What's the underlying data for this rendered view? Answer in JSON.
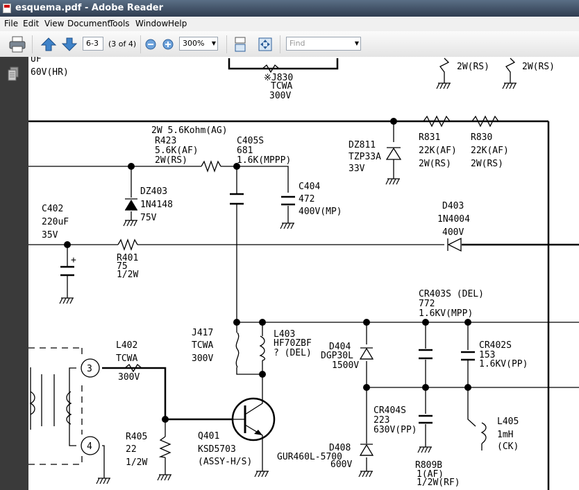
{
  "window": {
    "title": "esquema.pdf - Adobe Reader"
  },
  "menubar": [
    "File",
    "Edit",
    "View",
    "Document",
    "Tools",
    "Window",
    "Help"
  ],
  "toolbar": {
    "page_input": "6-3",
    "page_count": "(3 of 4)",
    "zoom": "300%",
    "find_placeholder": "Find"
  },
  "icons": [
    "print-icon",
    "previous-page-icon",
    "next-page-icon",
    "zoom-out-icon",
    "zoom-in-icon",
    "scrolling-mode-icon",
    "fit-page-icon",
    "pages-panel-icon"
  ],
  "schematic": {
    "top_left": [
      "UF",
      "60V(HR)"
    ],
    "j830": [
      "※J830",
      "TCWA",
      "300V"
    ],
    "top_right": [
      "2W(RS)",
      "2W(RS)"
    ],
    "r423": [
      "2W 5.6Kohm(AG)",
      "R423",
      "5.6K(AF)",
      "2W(RS)"
    ],
    "c405s": [
      "C405S",
      "681",
      "1.6K(MPPP)"
    ],
    "dz811": [
      "DZ811",
      "TZP33A",
      "33V"
    ],
    "r831": [
      "R831",
      "22K(AF)",
      "2W(RS)"
    ],
    "r830": [
      "R830",
      "22K(AF)",
      "2W(RS)"
    ],
    "dz403": [
      "DZ403",
      "1N4148",
      "75V"
    ],
    "c404": [
      "C404",
      "472",
      "400V(MP)"
    ],
    "c402": [
      "C402",
      "220uF",
      "35V"
    ],
    "plus": "+",
    "r401": [
      "R401",
      "75",
      "1/2W"
    ],
    "d403": [
      "D403",
      "1N4004",
      "400V"
    ],
    "cr403s": [
      "CR403S (DEL)",
      "772",
      "1.6KV(MPP)"
    ],
    "j417": [
      "J417",
      "TCWA",
      "300V"
    ],
    "l403": [
      "L403",
      "HF70ZBF",
      "? (DEL)"
    ],
    "d404": [
      "D404",
      "DGP30L",
      "1500V"
    ],
    "cr402s": [
      "CR402S",
      "153",
      "1.6KV(PP)"
    ],
    "l402": [
      "L402",
      "TCWA",
      "300V"
    ],
    "pin3": "3",
    "pin4": "4",
    "cr404s": [
      "CR404S",
      "223",
      "630V(PP)"
    ],
    "l405": [
      "L405",
      "1mH",
      "(CK)"
    ],
    "r405": [
      "R405",
      "22",
      "1/2W"
    ],
    "q401": [
      "Q401",
      "KSD5703",
      "(ASSY-H/S)"
    ],
    "d408": [
      "D408",
      "GUR460L-5700",
      "600V"
    ],
    "r809b": [
      "R809B",
      "1(AF)",
      "1/2W(RF)"
    ]
  }
}
